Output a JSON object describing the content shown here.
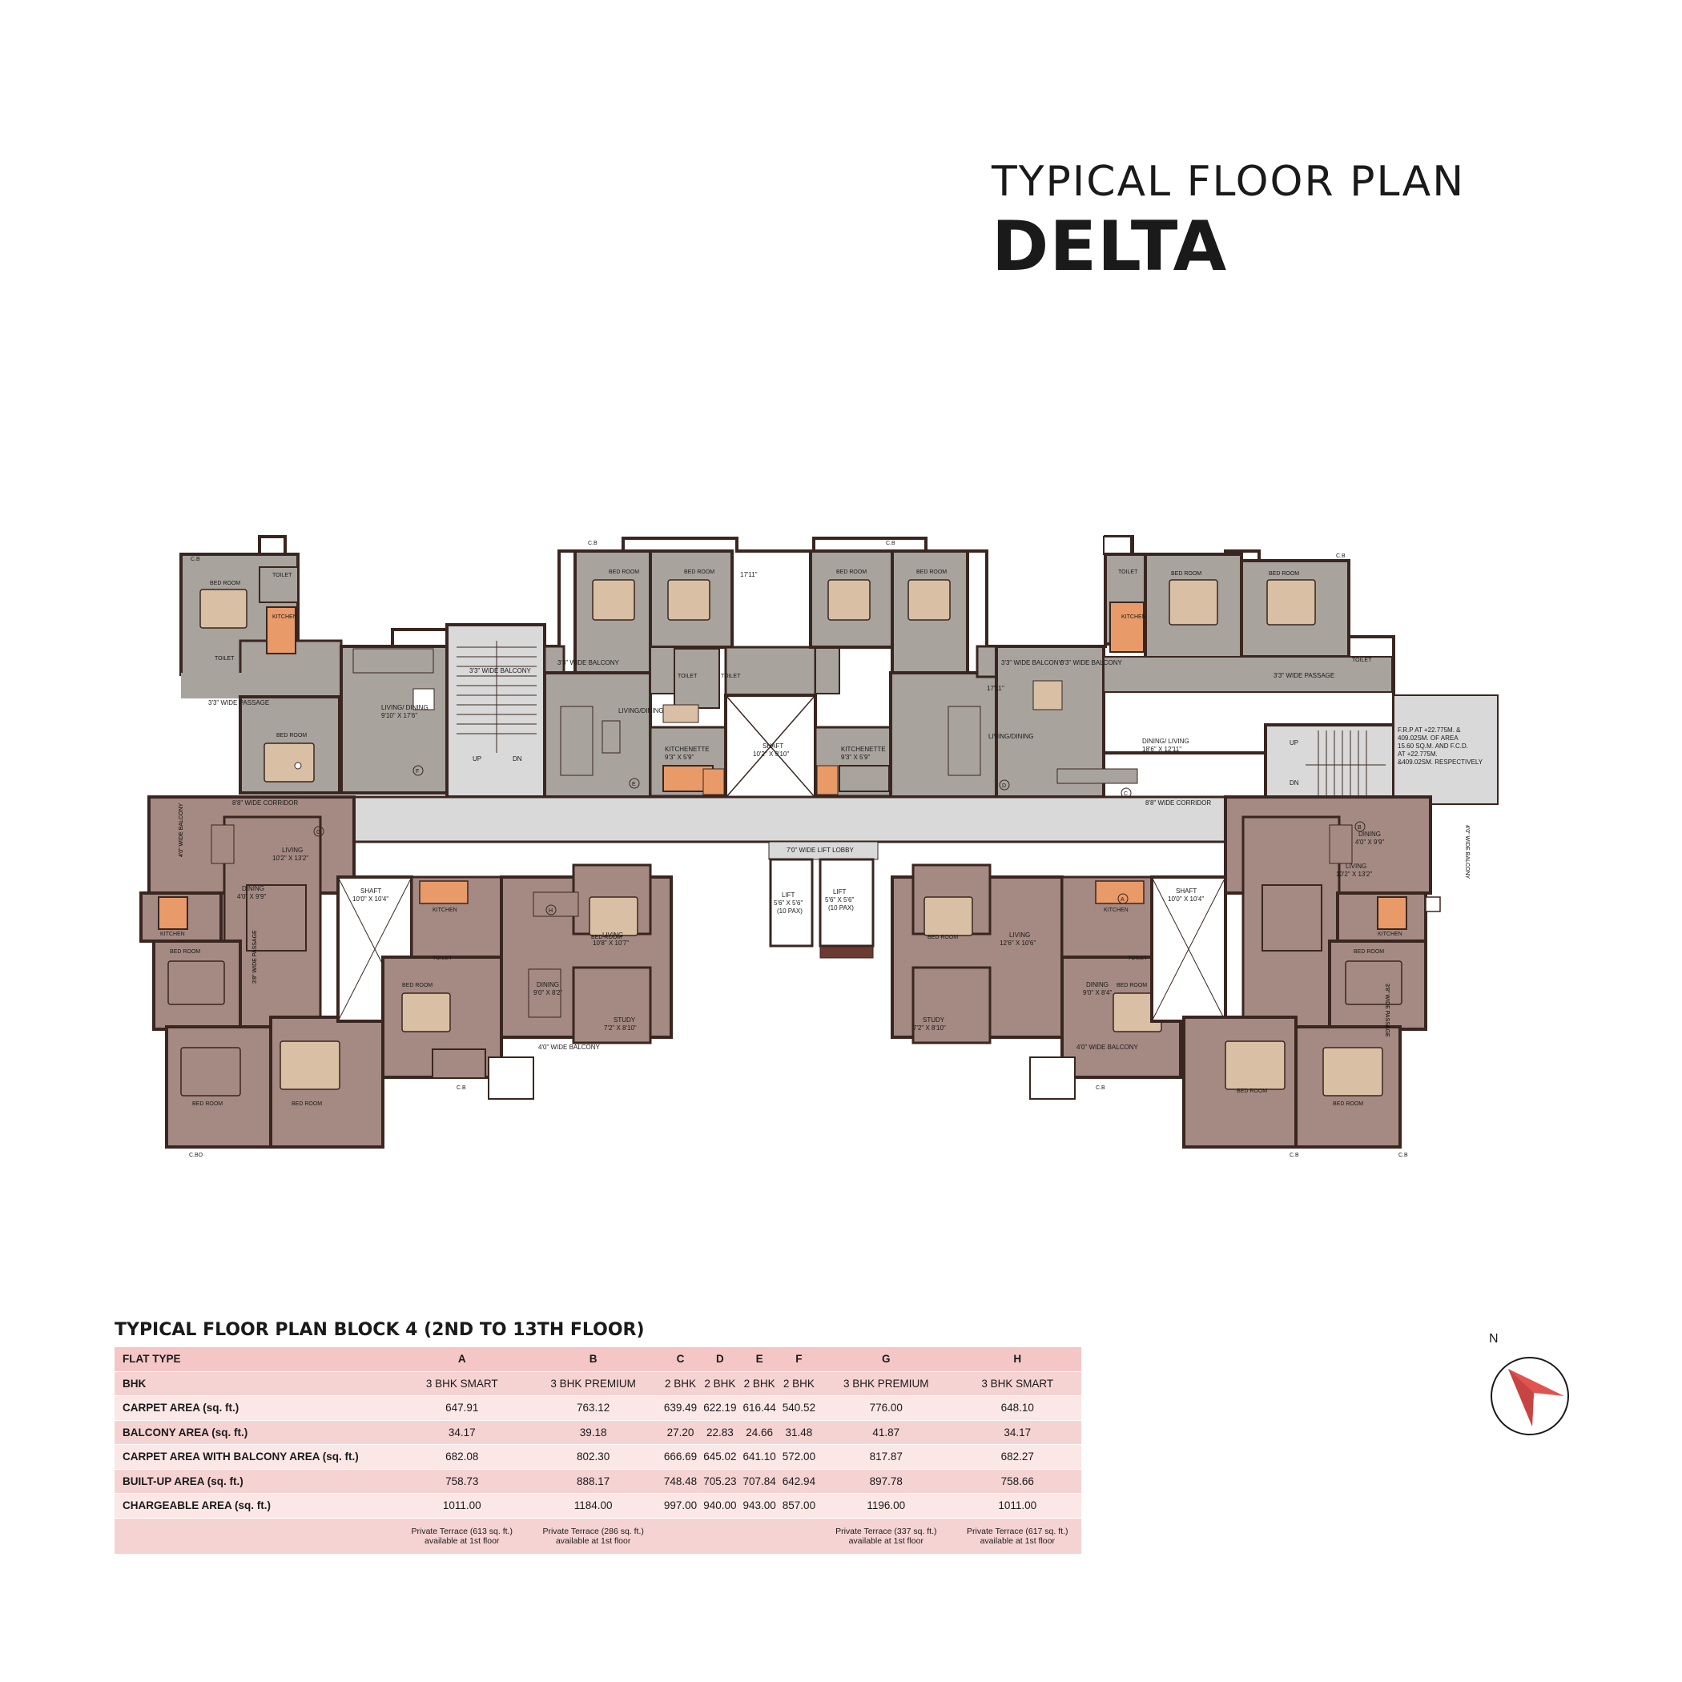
{
  "header": {
    "title_line1": "TYPICAL FLOOR  PLAN",
    "title_line2": "DELTA"
  },
  "plan": {
    "flat_letters": [
      "A",
      "B",
      "C",
      "D",
      "E",
      "F",
      "G",
      "H"
    ],
    "labels": {
      "corridor_left": "8'8\" WIDE CORRIDOR",
      "corridor_right": "8'8\" WIDE CORRIDOR",
      "lift_lobby": "7'0\" WIDE LIFT LOBBY",
      "lift1": "LIFT",
      "lift1_dim": "5'6\" X 5'6\"",
      "lift1_cap": "(10 PAX)",
      "lift2": "LIFT",
      "lift2_dim": "5'6\" X 5'6\"",
      "lift2_cap": "(10 PAX)",
      "shaft_center": "SHAFT",
      "shaft_center_dim": "10'2\" X 9'10\"",
      "shaft_left": "SHAFT",
      "shaft_left_dim": "10'0\" X 10'4\"",
      "shaft_right": "SHAFT",
      "shaft_right_dim": "10'0\" X 10'4\"",
      "stair_up_left": "UP",
      "stair_dn_left": "DN",
      "stair_up_right": "UP",
      "stair_dn_right": "DN",
      "frp_note_1": "F.R.P AT +22.775M. &",
      "frp_note_2": "409.02SM. OF AREA",
      "frp_note_3": "15.60 SQ.M. AND F.C.D.",
      "frp_note_4": "AT +22.775M.",
      "frp_note_5": "&409.02SM. RESPECTIVELY",
      "living_dining_e": "LIVING/DINING",
      "living_dining_d": "LIVING/DINING",
      "living_dining_f": "LIVING/ DINING",
      "living_dining_f_dim": "9'10\" X 17'6\"",
      "dining_living_c": "DINING/ LIVING",
      "dining_living_c_dim": "18'6\" X 12'11\"",
      "kitchenette_e": "KITCHENETTE",
      "kitchenette_e_dim": "9'3\" X 5'9\"",
      "kitchenette_d": "KITCHENETTE",
      "kitchenette_d_dim": "9'3\" X 5'9\"",
      "living_h": "LIVING",
      "living_h_dim": "10'8\" X 10'7\"",
      "living_a": "LIVING",
      "living_a_dim": "12'6\" X 10'6\"",
      "living_g": "LIVING",
      "living_g_dim": "10'2\" X 13'2\"",
      "living_b": "LIVING",
      "living_b_dim": "10'2\" X 13'2\"",
      "dining_h": "DINING",
      "dining_h_dim": "9'0\" X 8'2\"",
      "dining_a": "DINING",
      "dining_a_dim": "9'0\" X 8'4\"",
      "dining_g": "DINING",
      "dining_g_dim": "4'0\" X 9'9\"",
      "dining_b": "DINING",
      "dining_b_dim": "4'0\" X 9'9\"",
      "study_h": "STUDY",
      "study_h_dim": "7'2\" X 8'10\"",
      "study_a": "STUDY",
      "study_a_dim": "7'2\" X 8'10\"",
      "bedroom": "BED ROOM",
      "toilet": "TOILET",
      "kitchen": "KITCHEN",
      "passage_f": "3'3\" WIDE PASSAGE",
      "passage_c": "3'3\" WIDE PASSAGE",
      "passage_b": "3'8\" WIDE PASSAGE",
      "passage_g": "3'8\" WIDE PASSAGE",
      "balcony_f": "3'3\" WIDE BALCONY",
      "balcony_e": "3'3\" WIDE BALCONY",
      "balcony_d": "3'3\" WIDE BALCONY",
      "balcony_c": "3'3\" WIDE BALCONY",
      "balcony_h": "4'0\" WIDE BALCONY",
      "balcony_a": "4'0\" WIDE BALCONY",
      "balcony_b": "4'0\" WIDE BALCONY",
      "balcony_g": "4'0\" WIDE BALCONY",
      "cb": "C.B",
      "cbo": "C.BO",
      "ed": "17'11\"",
      "dd": "17'11\""
    }
  },
  "table": {
    "title": "TYPICAL FLOOR PLAN BLOCK 4 (2ND TO 13TH FLOOR)",
    "header_label": "FLAT TYPE",
    "columns": [
      "A",
      "B",
      "C",
      "D",
      "E",
      "F",
      "G",
      "H"
    ],
    "rows": [
      {
        "label": "BHK",
        "values": [
          "3 BHK SMART",
          "3 BHK PREMIUM",
          "2 BHK",
          "2 BHK",
          "2 BHK",
          "2 BHK",
          "3 BHK PREMIUM",
          "3 BHK SMART"
        ]
      },
      {
        "label": "CARPET AREA (sq. ft.)",
        "values": [
          "647.91",
          "763.12",
          "639.49",
          "622.19",
          "616.44",
          "540.52",
          "776.00",
          "648.10"
        ]
      },
      {
        "label": "BALCONY AREA (sq. ft.)",
        "values": [
          "34.17",
          "39.18",
          "27.20",
          "22.83",
          "24.66",
          "31.48",
          "41.87",
          "34.17"
        ]
      },
      {
        "label": "CARPET AREA WITH BALCONY AREA (sq. ft.)",
        "values": [
          "682.08",
          "802.30",
          "666.69",
          "645.02",
          "641.10",
          "572.00",
          "817.87",
          "682.27"
        ]
      },
      {
        "label": "BUILT-UP AREA (sq. ft.)",
        "values": [
          "758.73",
          "888.17",
          "748.48",
          "705.23",
          "707.84",
          "642.94",
          "897.78",
          "758.66"
        ]
      },
      {
        "label": "CHARGEABLE AREA (sq. ft.)",
        "values": [
          "1011.00",
          "1184.00",
          "997.00",
          "940.00",
          "943.00",
          "857.00",
          "1196.00",
          "1011.00"
        ]
      }
    ],
    "notes": [
      "Private Terrace (613 sq. ft.) available at 1st floor",
      "Private Terrace (286 sq. ft.) available at 1st floor",
      "",
      "",
      "",
      "",
      "Private Terrace (337 sq. ft.) available at 1st floor",
      "Private Terrace (617 sq. ft.) available at 1st floor"
    ]
  },
  "compass": {
    "label": "N",
    "arrow_color": "#e0534f"
  },
  "colors": {
    "grey_flat": "#a8a39d",
    "brown_flat": "#a48a82",
    "corridor": "#d9d9d9",
    "wall": "#4a2a22",
    "bed": "#d9bfa3",
    "kitchen_accent": "#e89a68"
  }
}
